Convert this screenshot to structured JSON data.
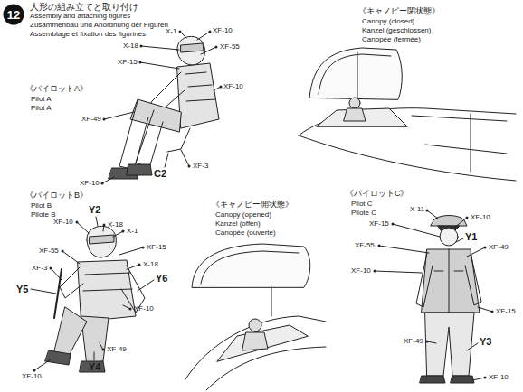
{
  "diagram": {
    "title": "人形の組み立てと取り付け",
    "nodes": [
      {
        "text": [
          "12"
        ]
      }
    ],
    "labels": [
      "Assembly and attaching figures",
      "Zusammenbau und Anordnung der Figuren",
      "Assemblage et fixation des figurines",
      "《パイロットA》",
      "Pilot A",
      "Pilot A",
      "X-1",
      "XF-10",
      "X-18",
      "XF-55",
      "XF-15",
      "XF-10",
      "XF-49",
      "C2",
      "XF-3",
      "XF-10",
      "《キャノピー閉状態》",
      "Canopy (closed)",
      "Kanzel (geschlossen)",
      "Canopée (fermée)",
      "《パイロットB》",
      "Pilot B",
      "Pilote B",
      "Y2",
      "XF-10",
      "X-18",
      "X-1",
      "XF-55",
      "XF-15",
      "X-18",
      "XF-3",
      "Y5",
      "Y6",
      "XF-10",
      "XF-49",
      "Y4",
      "XF-10",
      "《キャノピー開状態》",
      "Canopy (opened)",
      "Kanzel (offen)",
      "Canopée (ouverte)",
      "《パイロットC》",
      "Pilot C",
      "Pilote C",
      "X-11",
      "XF-10",
      "XF-15",
      "Y1",
      "XF-55",
      "XF-49",
      "XF-10",
      "XF-15",
      "XF-49",
      "Y3",
      "XF-10"
    ]
  }
}
